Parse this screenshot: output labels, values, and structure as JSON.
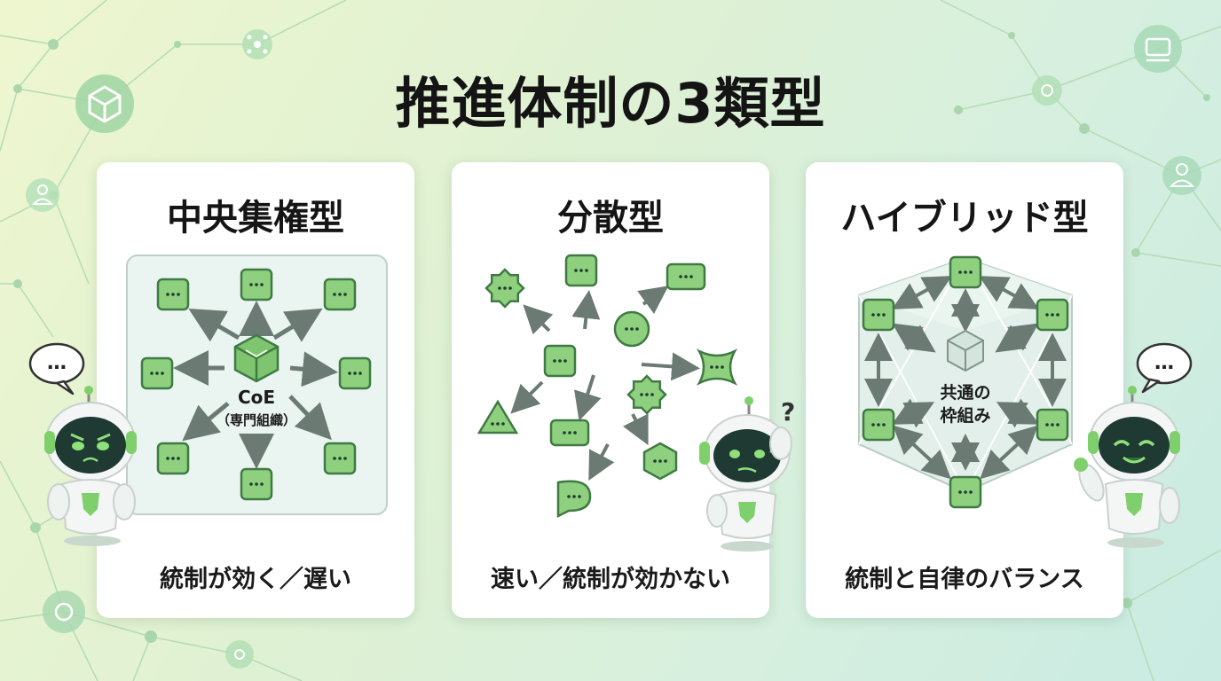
{
  "title": "推進体制の3類型",
  "cards": [
    {
      "title": "中央集権型",
      "caption": "統制が効く／遅い",
      "hub_label": "CoE",
      "hub_sublabel": "（専門組織）"
    },
    {
      "title": "分散型",
      "caption": "速い／統制が効かない"
    },
    {
      "title": "ハイブリッド型",
      "caption": "統制と自律のバランス",
      "hub_label_line1": "共通の",
      "hub_label_line2": "枠組み"
    }
  ],
  "speech_bubble_text": "…",
  "question_mark": "?",
  "colors": {
    "node_fill": "#8fd07f",
    "node_stroke": "#3f7a44",
    "arrow": "#6b7a73",
    "robot_face": "#1f3a33",
    "robot_eye": "#8ee07a",
    "accent_green": "#5fb36a"
  },
  "icons": [
    "cube-icon",
    "chat-node-icon",
    "robot-mascot-icon",
    "speech-bubble-icon",
    "question-mark-icon",
    "user-icon",
    "network-icon"
  ]
}
